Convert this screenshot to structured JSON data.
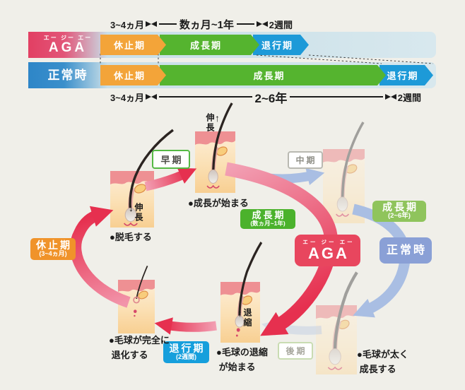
{
  "colors": {
    "background": "#f0efe9",
    "bar_track": "#cfe3ea",
    "aga_red": "#e8465e",
    "normal_blue": "#8aa0d6",
    "phase_orange": "#f3a439",
    "phase_green": "#55b42f",
    "phase_green_light": "#8fc45c",
    "phase_blue": "#1d9ad8",
    "arrow_red": "#e6304f",
    "arrow_blue": "#a9bee3"
  },
  "timeline": {
    "top_annotation": [
      "3~4ヵ月",
      "数ヵ月~1年",
      "2週間"
    ],
    "bottom_annotation": [
      "3~4ヵ月",
      "2~6年",
      "2週間"
    ],
    "rows": [
      {
        "label": "AGA",
        "ruby": "エー ジー エー",
        "phases": [
          "休止期",
          "成長期",
          "退行期"
        ]
      },
      {
        "label": "正常時",
        "phases": [
          "休止期",
          "成長期",
          "退行期"
        ]
      }
    ]
  },
  "cycle": {
    "aga_center": {
      "ruby": "エー ジー エー",
      "label": "AGA"
    },
    "normal_label": "正常時",
    "stage_boxes": {
      "resting": {
        "main": "休止期",
        "sub": "(3~4ヵ月)"
      },
      "regression": {
        "main": "退行期",
        "sub": "(2週間)"
      },
      "growth_aga": {
        "main": "成長期",
        "sub": "(数ヵ月~1年)"
      },
      "growth_normal": {
        "main": "成長期",
        "sub": "(2~6年)"
      }
    },
    "phase_tags": {
      "early": "早期",
      "middle": "中期",
      "late": "後期"
    },
    "captions": {
      "shedding": "●脱毛する",
      "growth_starts": "●成長が始まる",
      "bulb_shrinks": "●毛球の退縮\n が始まる",
      "bulb_degenerates": "●毛球が完全に\n 退化する",
      "bulb_thickens": "●毛球が太く\n 成長する"
    },
    "hair_labels": {
      "extension": "伸長",
      "shrinkage": "退縮"
    }
  }
}
